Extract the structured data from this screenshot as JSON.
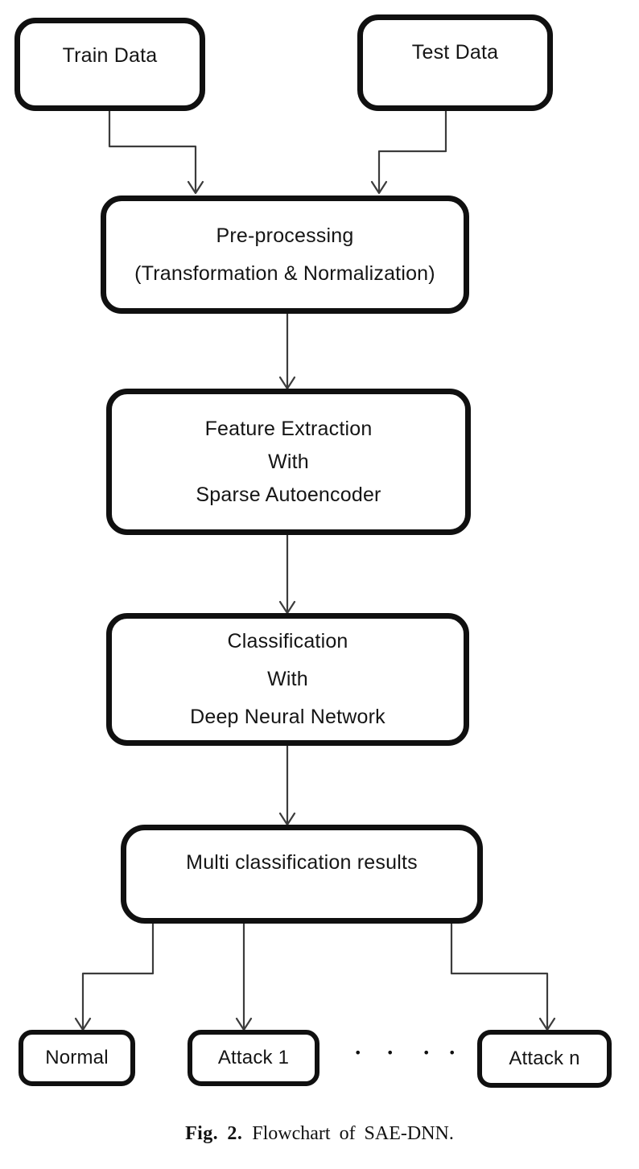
{
  "colors": {
    "background": "#ffffff",
    "box_fill": "#ffffff",
    "box_border": "#101010",
    "connector": "#3c3c3c",
    "text": "#151515"
  },
  "nodes": {
    "train": {
      "label": "Train Data"
    },
    "test": {
      "label": "Test Data"
    },
    "preprocessing": {
      "lines": [
        "Pre-processing",
        "(Transformation & Normalization)"
      ]
    },
    "feature": {
      "lines": [
        "Feature Extraction",
        "With",
        "Sparse Autoencoder"
      ]
    },
    "classification": {
      "lines": [
        "Classification",
        "With",
        "Deep Neural Network"
      ]
    },
    "results": {
      "label": "Multi classification results"
    },
    "normal": {
      "label": "Normal"
    },
    "attack1": {
      "label": "Attack 1"
    },
    "attackn": {
      "label": "Attack n"
    }
  },
  "ellipsis": {
    "dots": [
      "•",
      "•",
      "•",
      "•"
    ]
  },
  "caption": {
    "label": "Fig. 2.",
    "text": "Flowchart of SAE-DNN."
  }
}
